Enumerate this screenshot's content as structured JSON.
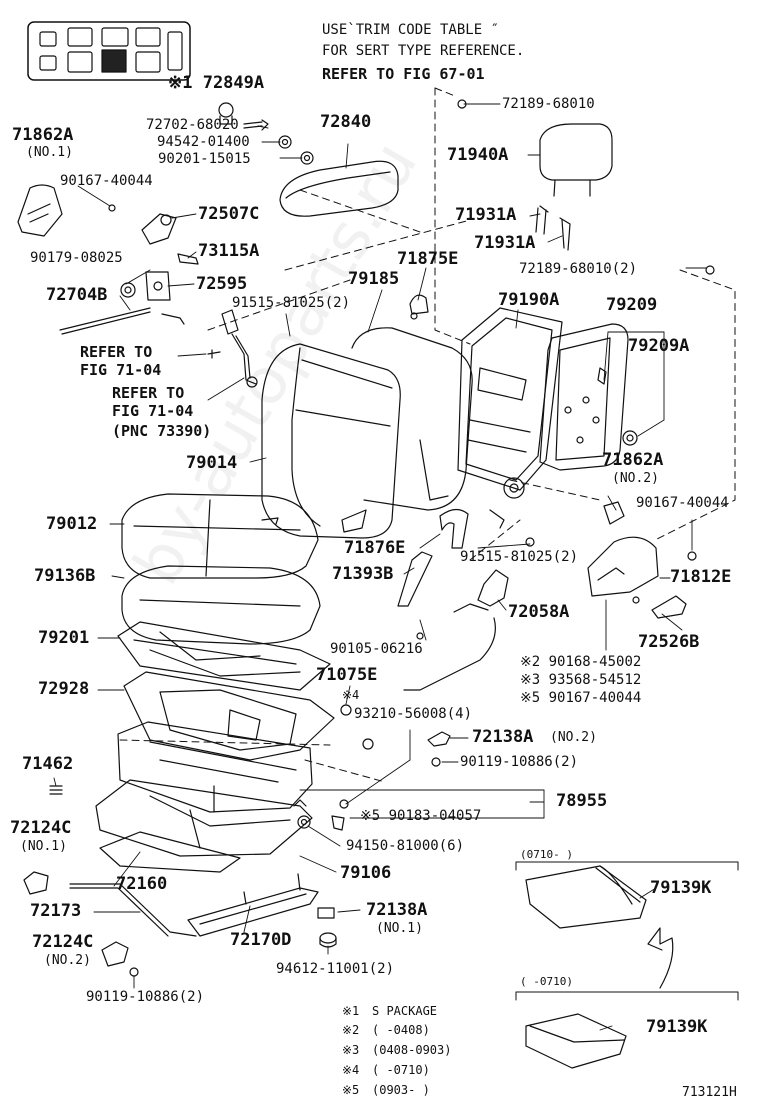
{
  "header": {
    "note_line1": "USE`TRIM CODE TABLE ″",
    "note_line2": "FOR SERT TYPE REFERENCE.",
    "note_line3": "REFER TO FIG 67-01"
  },
  "parts": [
    {
      "id": "p72849A",
      "text": "※1 72849A"
    },
    {
      "id": "p71862A1",
      "text": "71862A"
    },
    {
      "id": "p71862A1n",
      "text": "(NO.1)"
    },
    {
      "id": "p72702",
      "text": "72702-68020"
    },
    {
      "id": "p94542",
      "text": "94542-01400"
    },
    {
      "id": "p90201",
      "text": "90201-15015"
    },
    {
      "id": "p72840",
      "text": "72840"
    },
    {
      "id": "p72189a",
      "text": "72189-68010"
    },
    {
      "id": "p71940A",
      "text": "71940A"
    },
    {
      "id": "p90167a",
      "text": "90167-40044"
    },
    {
      "id": "p72507C",
      "text": "72507C"
    },
    {
      "id": "p71931A1",
      "text": "71931A"
    },
    {
      "id": "p71931A2",
      "text": "71931A"
    },
    {
      "id": "p73115A",
      "text": "73115A"
    },
    {
      "id": "p90179",
      "text": "90179-08025"
    },
    {
      "id": "p71875E",
      "text": "71875E"
    },
    {
      "id": "p72189b",
      "text": "72189-68010(2)"
    },
    {
      "id": "p79185",
      "text": "79185"
    },
    {
      "id": "p72595",
      "text": "72595"
    },
    {
      "id": "p72704B",
      "text": "72704B"
    },
    {
      "id": "p91515a",
      "text": "91515-81025(2)"
    },
    {
      "id": "p79190A",
      "text": "79190A"
    },
    {
      "id": "p79209",
      "text": "79209"
    },
    {
      "id": "p79209A",
      "text": "79209A"
    },
    {
      "id": "pref1a",
      "text": "REFER TO"
    },
    {
      "id": "pref1b",
      "text": "FIG 71-04"
    },
    {
      "id": "pref2a",
      "text": "REFER TO"
    },
    {
      "id": "pref2b",
      "text": "FIG 71-04"
    },
    {
      "id": "pref2c",
      "text": "(PNC 73390)"
    },
    {
      "id": "p79014",
      "text": "79014"
    },
    {
      "id": "p71862A2",
      "text": "71862A"
    },
    {
      "id": "p71862A2n",
      "text": "(NO.2)"
    },
    {
      "id": "p90167b",
      "text": "90167-40044"
    },
    {
      "id": "p79012",
      "text": "79012"
    },
    {
      "id": "p71876E",
      "text": "71876E"
    },
    {
      "id": "p91515b",
      "text": "91515-81025(2)"
    },
    {
      "id": "p79136B",
      "text": "79136B"
    },
    {
      "id": "p71393B",
      "text": "71393B"
    },
    {
      "id": "p71812E",
      "text": "71812E"
    },
    {
      "id": "p72058A",
      "text": "72058A"
    },
    {
      "id": "p79201",
      "text": "79201"
    },
    {
      "id": "p72526B",
      "text": "72526B"
    },
    {
      "id": "p90105",
      "text": "90105-06216"
    },
    {
      "id": "p90168",
      "text": "※2 90168-45002"
    },
    {
      "id": "p93568",
      "text": "※3 93568-54512"
    },
    {
      "id": "p90167c",
      "text": "※5 90167-40044"
    },
    {
      "id": "p71075E",
      "text": "71075E"
    },
    {
      "id": "p72928",
      "text": "72928"
    },
    {
      "id": "pstar4",
      "text": "※4"
    },
    {
      "id": "p93210",
      "text": "93210-56008(4)"
    },
    {
      "id": "p72138A2",
      "text": "72138A"
    },
    {
      "id": "p72138A2n",
      "text": "(NO.2)"
    },
    {
      "id": "p71462",
      "text": "71462"
    },
    {
      "id": "p90119a",
      "text": "90119-10886(2)"
    },
    {
      "id": "p78955",
      "text": "78955"
    },
    {
      "id": "p90183",
      "text": "※5 90183-04057"
    },
    {
      "id": "p72124C1",
      "text": "72124C"
    },
    {
      "id": "p72124C1n",
      "text": "(NO.1)"
    },
    {
      "id": "p94150",
      "text": "94150-81000(6)"
    },
    {
      "id": "p79106",
      "text": "79106"
    },
    {
      "id": "p72160",
      "text": "72160"
    },
    {
      "id": "p0710a",
      "text": "(0710-     )"
    },
    {
      "id": "p79139K1",
      "text": "79139K"
    },
    {
      "id": "p72173",
      "text": "72173"
    },
    {
      "id": "p72138A1",
      "text": "72138A"
    },
    {
      "id": "p72138A1n",
      "text": "(NO.1)"
    },
    {
      "id": "p72124C2",
      "text": "72124C"
    },
    {
      "id": "p72124C2n",
      "text": "(NO.2)"
    },
    {
      "id": "p72170D",
      "text": "72170D"
    },
    {
      "id": "p94612",
      "text": "94612-11001(2)"
    },
    {
      "id": "p0710b",
      "text": "(     -0710)"
    },
    {
      "id": "p79139K2",
      "text": "79139K"
    },
    {
      "id": "p90119b",
      "text": "90119-10886(2)"
    }
  ],
  "legend": [
    {
      "mark": "※1",
      "text": "S PACKAGE"
    },
    {
      "mark": "※2",
      "text": "(     -0408)"
    },
    {
      "mark": "※3",
      "text": "(0408-0903)"
    },
    {
      "mark": "※4",
      "text": "(     -0710)"
    },
    {
      "mark": "※5",
      "text": "(0903-     )"
    }
  ],
  "figure_id": "713121H",
  "watermark": "by-autoparts.ru",
  "colors": {
    "ink": "#111111",
    "paper": "#ffffff"
  }
}
